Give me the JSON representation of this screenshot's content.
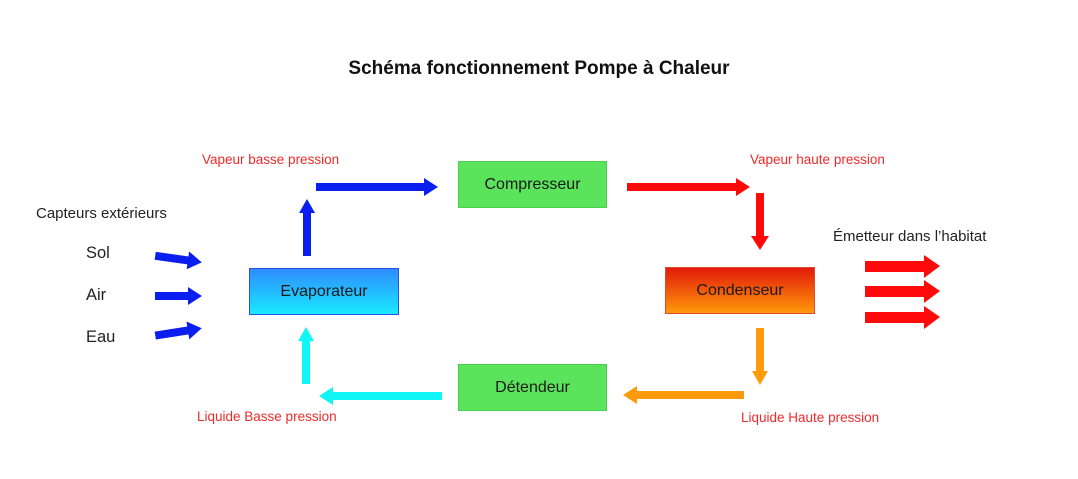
{
  "title": "Schéma fonctionnement Pompe à Chaleur",
  "components": {
    "compresseur": "Compresseur",
    "evaporateur": "Evaporateur",
    "condenseur": "Condenseur",
    "detendeur": "Détendeur"
  },
  "states": {
    "vapeur_basse": "Vapeur basse pression",
    "vapeur_haute": "Vapeur haute pression",
    "liquide_basse": "Liquide Basse pression",
    "liquide_haute": "Liquide Haute pression"
  },
  "sources": {
    "heading": "Capteurs extérieurs",
    "items": [
      "Sol",
      "Air",
      "Eau"
    ]
  },
  "emitter": "Émetteur dans l’habitat",
  "colors": {
    "blue": "#0a1ef0",
    "red": "#ff0a0a",
    "orange": "#ff9a0a",
    "cyan": "#10f5f5",
    "green": "#5ce35c",
    "label_red": "#f02a2a"
  }
}
